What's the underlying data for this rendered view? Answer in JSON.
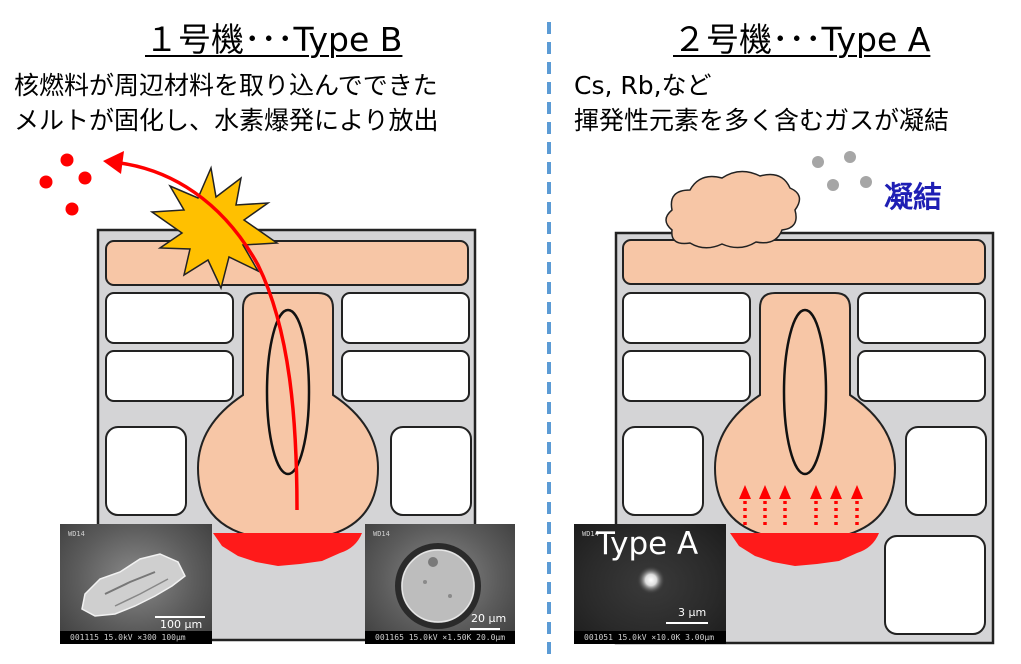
{
  "left": {
    "title": "１号機･･･Type B",
    "desc_line1": "核燃料が周辺材料を取り込んでできた",
    "desc_line2": "メルトが固化し、水素爆発により放出",
    "sem1": {
      "code": "WD14",
      "scale": "100 μm",
      "bar": "001115 15.0kV ×300 100μm"
    },
    "sem2": {
      "code": "WD14",
      "scale": "20 μm",
      "bar": "001165 15.0kV ×1.50K 20.0μm"
    }
  },
  "right": {
    "title": "２号機･･･Type A",
    "desc_line1": "Cs, Rb,など",
    "desc_line2": "揮発性元素を多く含むガスが凝結",
    "condense_label": "凝結",
    "sem": {
      "label": "Type A",
      "code": "WD14",
      "scale": "3 μm",
      "bar": "001051 15.0kV ×10.0K 3.00μm"
    }
  },
  "colors": {
    "fuel": "#f7c6a6",
    "melt": "#ff1a1a",
    "explosion": "#ffc000",
    "divider": "#5b9bd5",
    "frame": "#d4d4d6",
    "gas_dots": "#a6a6a6",
    "condense_text": "#1f1fb4"
  }
}
